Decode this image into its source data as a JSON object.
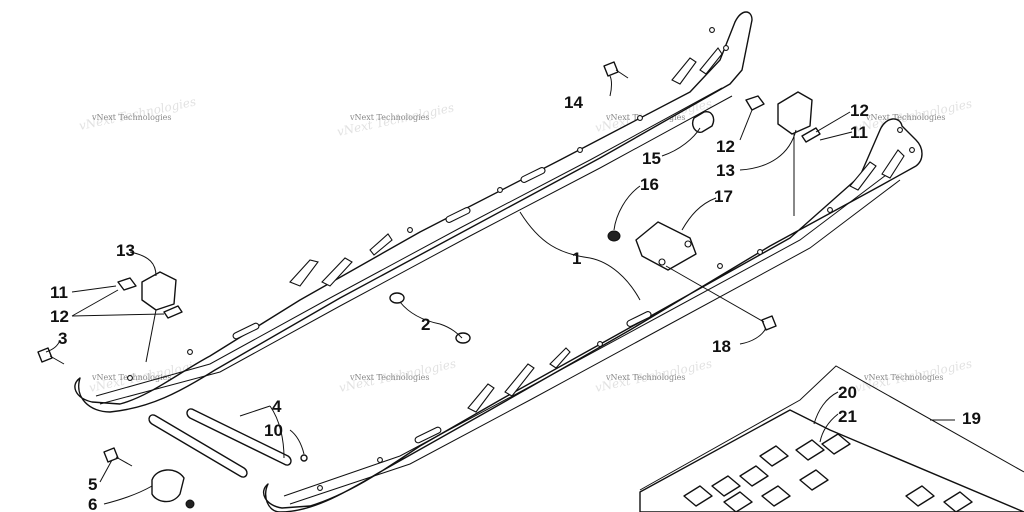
{
  "diagram": {
    "callouts": [
      {
        "id": "1",
        "label": "1"
      },
      {
        "id": "2",
        "label": "2"
      },
      {
        "id": "3",
        "label": "3"
      },
      {
        "id": "4",
        "label": "4"
      },
      {
        "id": "5",
        "label": "5"
      },
      {
        "id": "6",
        "label": "6"
      },
      {
        "id": "10",
        "label": "10"
      },
      {
        "id": "11a",
        "label": "11"
      },
      {
        "id": "11b",
        "label": "11"
      },
      {
        "id": "12a",
        "label": "12"
      },
      {
        "id": "12b",
        "label": "12"
      },
      {
        "id": "12c",
        "label": "12"
      },
      {
        "id": "13a",
        "label": "13"
      },
      {
        "id": "13b",
        "label": "13"
      },
      {
        "id": "14",
        "label": "14"
      },
      {
        "id": "15",
        "label": "15"
      },
      {
        "id": "16",
        "label": "16"
      },
      {
        "id": "17",
        "label": "17"
      },
      {
        "id": "18",
        "label": "18"
      },
      {
        "id": "19",
        "label": "19"
      },
      {
        "id": "20",
        "label": "20"
      },
      {
        "id": "21",
        "label": "21"
      }
    ],
    "watermark": "vNext Technologies"
  }
}
